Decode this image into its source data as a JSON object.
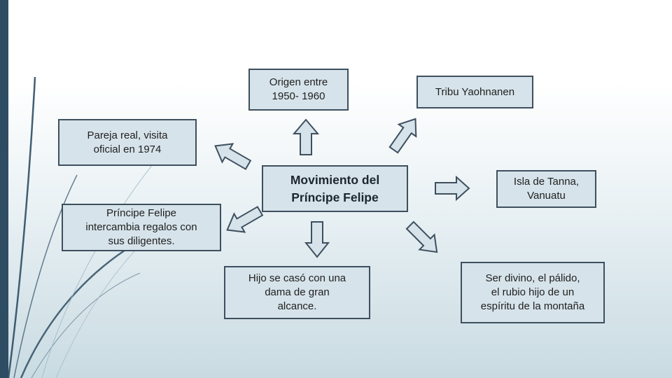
{
  "diagram": {
    "center": {
      "line1": "Movimiento del",
      "line2": "Príncipe Felipe"
    },
    "nodes": {
      "origin": {
        "line1": "Origen entre",
        "line2": "1950- 1960"
      },
      "tribe": {
        "line1": "Tribu Yaohnanen"
      },
      "island": {
        "line1": "Isla de Tanna,",
        "line2": "Vanuatu"
      },
      "divine": {
        "line1": "Ser divino, el pálido,",
        "line2": "el rubio hijo de un",
        "line3": "espíritu de la montaña"
      },
      "son": {
        "line1": "Hijo se casó con una",
        "line2": "dama de gran",
        "line3": "alcance."
      },
      "gifts": {
        "line1": "Príncipe Felipe",
        "line2": "intercambia regalos con",
        "line3": "sus diligentes."
      },
      "couple": {
        "line1": "Pareja real, visita",
        "line2": "oficial en 1974"
      }
    },
    "colors": {
      "box_fill": "#d6e3ea",
      "box_border": "#3e4f5e",
      "accent_bar": "#2e4d63"
    }
  }
}
